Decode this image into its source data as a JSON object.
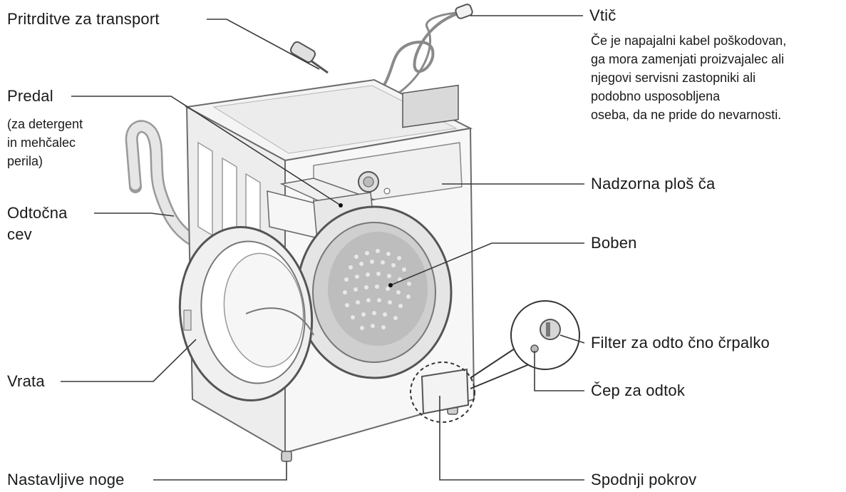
{
  "labels": {
    "transport": "Pritrditve za transport",
    "plug": "Vtič",
    "drawer": "Predal",
    "drawer_sub": [
      "(za detergent",
      "in mehčalec",
      "perila)"
    ],
    "drain_hose": [
      "Odtočna",
      "cev"
    ],
    "control_panel": "Nadzorna ploš ča",
    "drum": "Boben",
    "filter": "Filter za  odto čno  črpalko",
    "drain_plug": "Čep za odtok",
    "door": "Vrata",
    "feet": "Nastavljive  noge",
    "bottom_cover": "Spodnji  pokrov"
  },
  "plug_note": [
    "Če je napajalni kabel poškodovan,",
    "ga mora zamenjati proizvajalec  ali",
    "njegovi servisni  zastopniki  ali",
    "podobno usposobljena",
    "oseba,  da ne pride do nevarnosti."
  ]
}
